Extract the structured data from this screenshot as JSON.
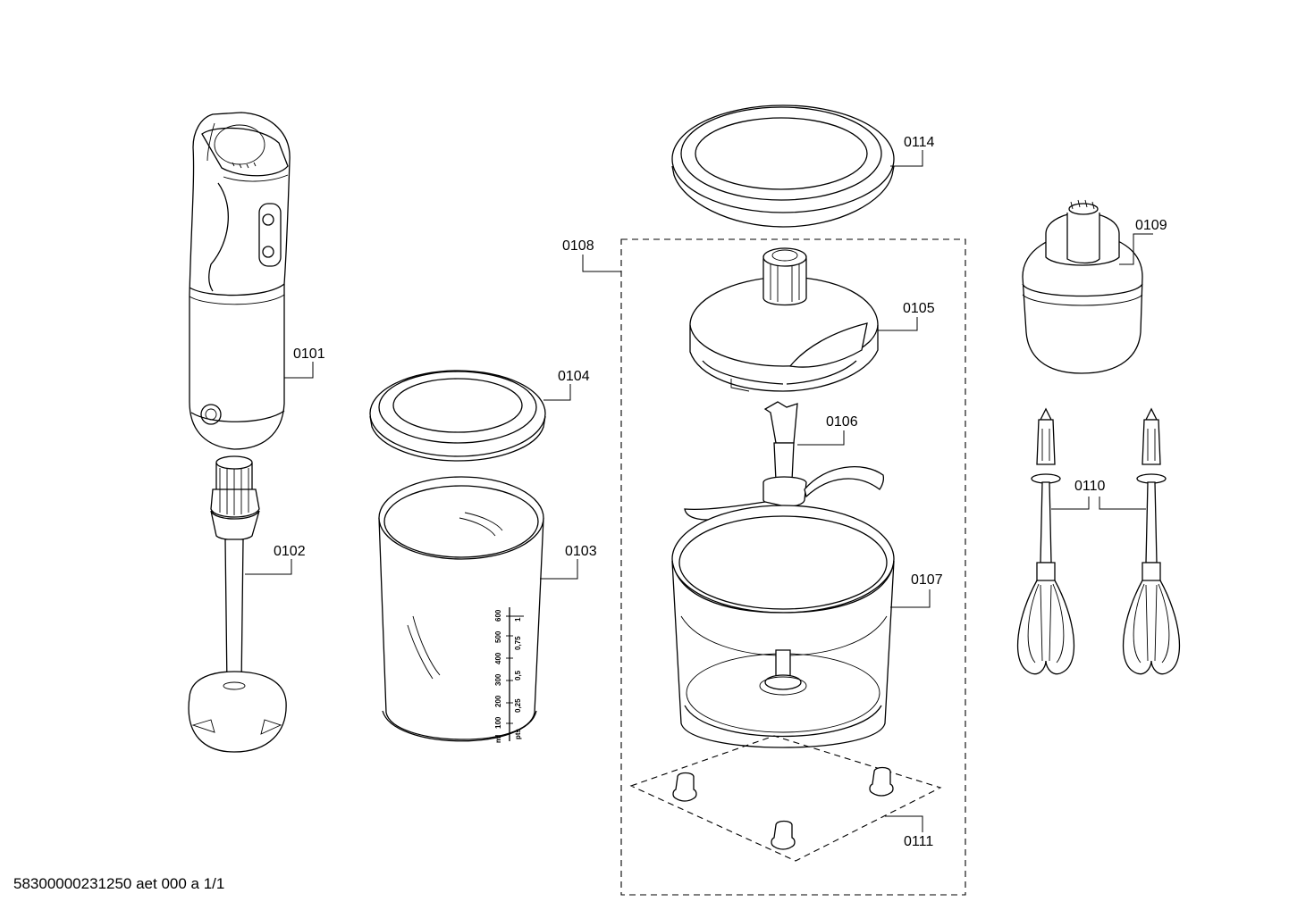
{
  "drawing": {
    "document_id": "58300000231250 aet 000 a 1/1",
    "callouts": {
      "p0101": "0101",
      "p0102": "0102",
      "p0103": "0103",
      "p0104": "0104",
      "p0105": "0105",
      "p0106": "0106",
      "p0107": "0107",
      "p0108": "0108",
      "p0109": "0109",
      "p0110": "0110",
      "p0111": "0111",
      "p0114": "0114"
    },
    "beaker_scale": {
      "ml_marks": [
        "600",
        "500",
        "400",
        "300",
        "200",
        "100",
        "ml"
      ],
      "pts_marks": [
        "1",
        "0,75",
        "0,5",
        "0,25",
        "pts"
      ]
    }
  }
}
